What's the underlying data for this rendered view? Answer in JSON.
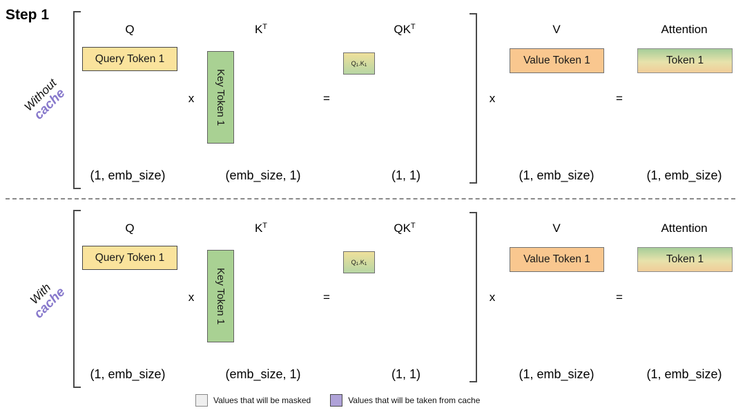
{
  "title": "Step 1",
  "rows": [
    {
      "side_label": {
        "main": "Without",
        "accent": "cache"
      },
      "headers": {
        "q": "Q",
        "k_base": "K",
        "k_sup": "T",
        "qk_base": "QK",
        "qk_sup": "T",
        "v": "V",
        "attention": "Attention"
      },
      "boxes": {
        "query": "Query Token 1",
        "key": "Key Token 1",
        "qk": {
          "q": "Q",
          "q_sub": "1",
          "sep": ".",
          "k": "K",
          "k_sub": "1"
        },
        "value": "Value Token 1",
        "token": "Token 1"
      },
      "operators": {
        "multiply1": "x",
        "equals1": "=",
        "multiply2": "x",
        "equals2": "="
      },
      "dims": {
        "q": "(1, emb_size)",
        "k": "(emb_size, 1)",
        "qk": "(1, 1)",
        "v": "(1, emb_size)",
        "attention": "(1, emb_size)"
      }
    },
    {
      "side_label": {
        "main": "With",
        "accent": "cache"
      },
      "headers": {
        "q": "Q",
        "k_base": "K",
        "k_sup": "T",
        "qk_base": "QK",
        "qk_sup": "T",
        "v": "V",
        "attention": "Attention"
      },
      "boxes": {
        "query": "Query Token 1",
        "key": "Key Token 1",
        "qk": {
          "q": "Q",
          "q_sub": "1",
          "sep": ".",
          "k": "K",
          "k_sub": "1"
        },
        "value": "Value Token 1",
        "token": "Token 1"
      },
      "operators": {
        "multiply1": "x",
        "equals1": "=",
        "multiply2": "x",
        "equals2": "="
      },
      "dims": {
        "q": "(1, emb_size)",
        "k": "(emb_size, 1)",
        "qk": "(1, 1)",
        "v": "(1, emb_size)",
        "attention": "(1, emb_size)"
      }
    }
  ],
  "legend": {
    "items": [
      {
        "label": "Values that will be masked",
        "color": "#efefef"
      },
      {
        "label": "Values that will be taken from cache",
        "color": "#afa2d8"
      }
    ]
  },
  "colors": {
    "accent_purple": "#8677cb",
    "query_fill": "#fae39c",
    "key_fill": "#a9d193",
    "value_fill": "#f9c78f",
    "qk_gradient_top": "#efe09b",
    "qk_gradient_bottom": "#b7d6a4",
    "token_gradient_top": "#a6cd99",
    "token_gradient_bottom": "#f1cd99",
    "bracket": "#4a4a4a",
    "divider": "#8a8a8a"
  }
}
